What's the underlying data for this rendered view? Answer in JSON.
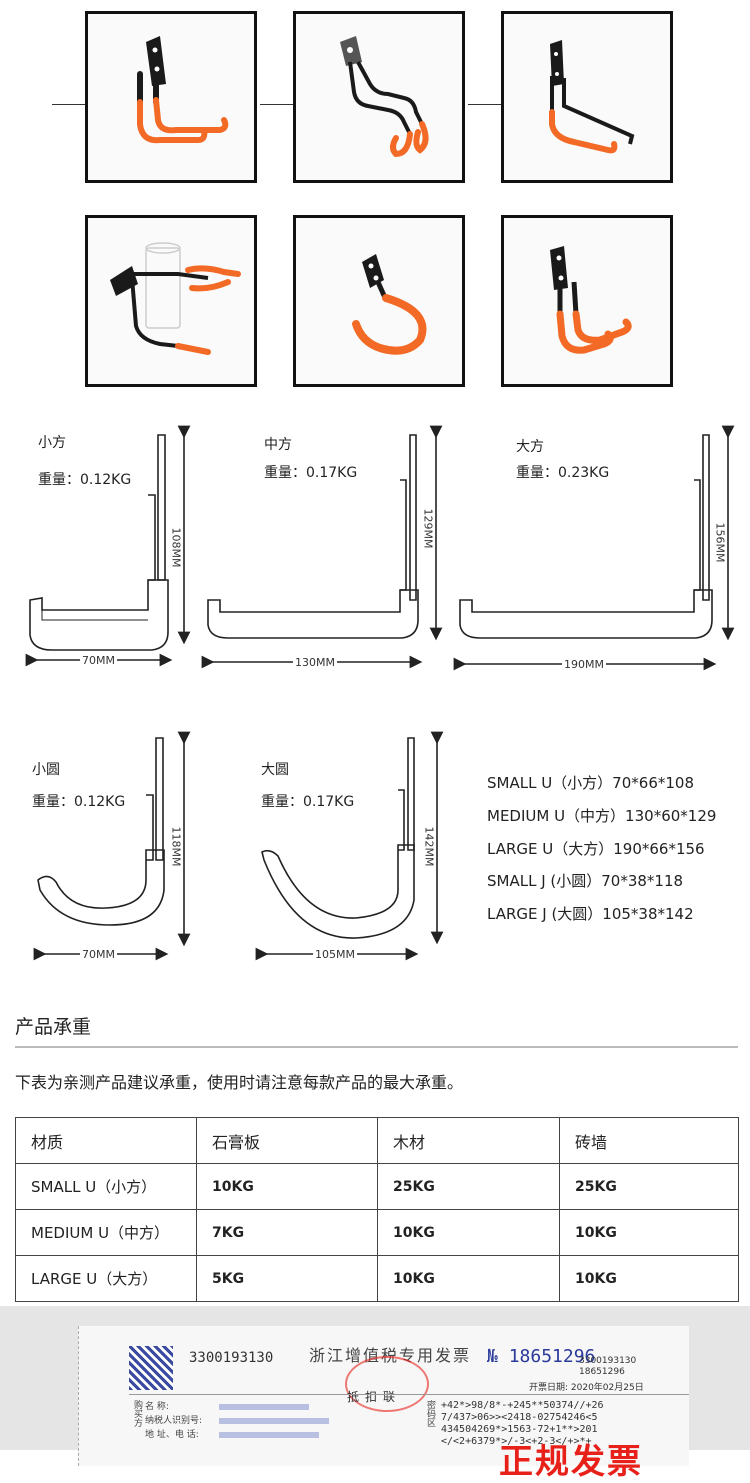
{
  "products": [
    {
      "name": "小方",
      "weight": "重量：0.12KG",
      "height_dim": "108MM",
      "width_dim": "70MM"
    },
    {
      "name": "中方",
      "weight": "重量：0.17KG",
      "height_dim": "129MM",
      "width_dim": "130MM"
    },
    {
      "name": "大方",
      "weight": "重量：0.23KG",
      "height_dim": "156MM",
      "width_dim": "190MM"
    },
    {
      "name": "小圆",
      "weight": "重量：0.12KG",
      "height_dim": "118MM",
      "width_dim": "70MM"
    },
    {
      "name": "大圆",
      "weight": "重量：0.17KG",
      "height_dim": "142MM",
      "width_dim": "105MM"
    }
  ],
  "specs": [
    "SMALL U（小方）70*66*108",
    "MEDIUM U（中方）130*60*129",
    "LARGE U（大方）190*66*156",
    "SMALL J (小圆）70*38*118",
    "LARGE J (大圆）105*38*142"
  ],
  "capacity": {
    "title": "产品承重",
    "description": "下表为亲测产品建议承重，使用时请注意每款产品的最大承重。",
    "headers": [
      "材质",
      "石膏板",
      "木材",
      "砖墙"
    ],
    "rows": [
      [
        "SMALL U（小方）",
        "10KG",
        "25KG",
        "25KG"
      ],
      [
        "MEDIUM U（中方）",
        "7KG",
        "10KG",
        "10KG"
      ],
      [
        "LARGE U（大方）",
        "5KG",
        "10KG",
        "10KG"
      ]
    ]
  },
  "invoice": {
    "code": "3300193130",
    "title": "浙江增值税专用发票",
    "stamp_text": "抵扣联",
    "number_symbol": "№",
    "number": "18651296",
    "code_small": "3300193130",
    "number_small": "18651296",
    "date_line": "开票日期: 2020年02月25日",
    "buyer_label": "购买方",
    "field_name": "名   称:",
    "field_tax": "纳税人识别号:",
    "field_addr": "地 址、电 话:",
    "cipher_label": "密码区",
    "cipher_lines": [
      "+42*>98/8*-+245**50374//+26",
      "7/437>06>><2418-02754246<5",
      "434504269*>1563-72+1**>201",
      "</<2+6379*>/-3<+2-3</+>*+"
    ],
    "overlay": "正规发票"
  },
  "colors": {
    "hook_orange": "#f26a25",
    "hook_black": "#1a1a1a",
    "invoice_red": "#e8201a",
    "invoice_blue": "#2a3a9a"
  }
}
